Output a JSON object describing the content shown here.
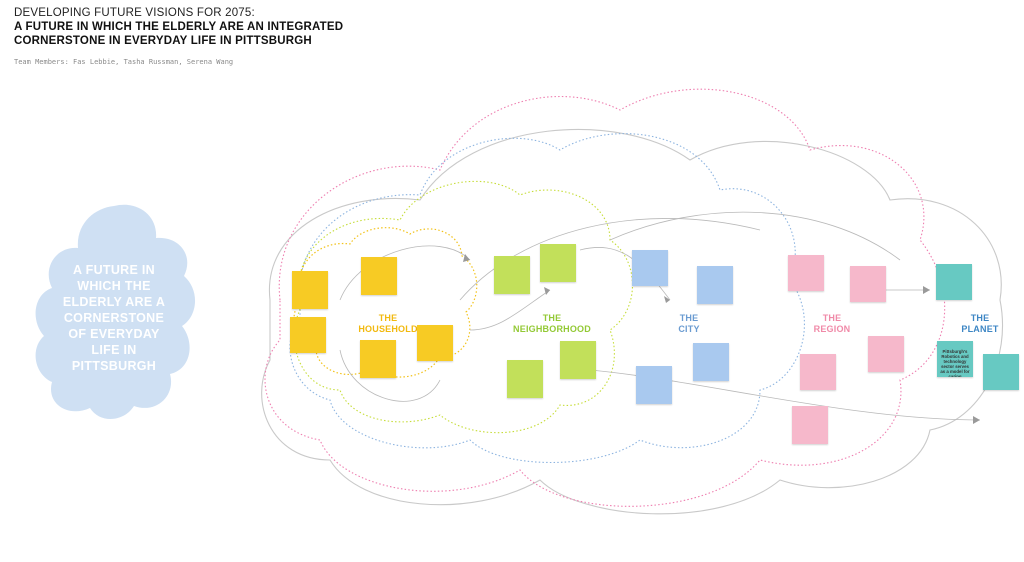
{
  "header": {
    "line1": "DEVELOPING FUTURE VISIONS FOR 2075:",
    "line2": "A FUTURE IN WHICH THE ELDERLY ARE AN INTEGRATED",
    "line3": "CORNERSTONE IN EVERYDAY LIFE IN PITTSBURGH",
    "team": "Team Members: Fas Lebbie, Tasha Russman, Serena Wang"
  },
  "main_cloud": {
    "text": "A FUTURE IN WHICH THE ELDERLY ARE A CORNERSTONE OF EVERYDAY LIFE IN PITTSBURGH"
  },
  "regions": [
    {
      "label": "THE HOUSEHOLD",
      "color": "#f2b90f"
    },
    {
      "label": "THE NEIGHBORHOOD",
      "color": "#93c935"
    },
    {
      "label": "THE CITY",
      "color": "#6a9bd1"
    },
    {
      "label": "THE REGION",
      "color": "#f08aa8"
    },
    {
      "label": "THE PLANET",
      "color": "#3d86c4"
    }
  ],
  "colors": {
    "household": "#f2c21a",
    "neighborhood": "#c6dd39",
    "city": "#8db4e0",
    "region": "#ee7fb0",
    "planet": "#c9c9c9",
    "main_cloud": "#cfe0f3"
  },
  "notes": {
    "planet_bold": "Pittsburgh's Robotics and technology sector serves as a model for caring technology"
  }
}
